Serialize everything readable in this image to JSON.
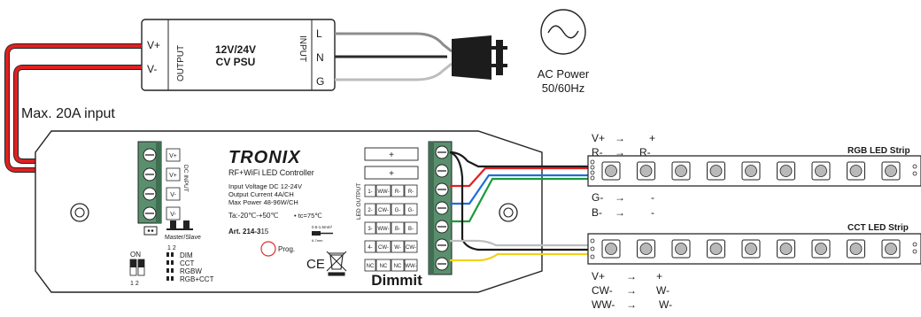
{
  "psu": {
    "line1": "12V/24V",
    "line2": "CV PSU",
    "output_label": "OUTPUT",
    "input_label": "INPUT",
    "v_plus": "V+",
    "v_minus": "V-",
    "l": "L",
    "n": "N",
    "g": "G"
  },
  "ac": {
    "line1": "AC Power",
    "line2": "50/60Hz"
  },
  "max_input": "Max. 20A input",
  "controller": {
    "brand": "TRONIX",
    "subtitle": "RF+WiFi LED Controller",
    "spec1": "Input Voltage DC 12-24V",
    "spec2": "Output Current 4A/CH",
    "spec3": "Max Power 48-96W/CH",
    "temps": "Ta:-20℃-+50℃",
    "tc": "• tc=75℃",
    "art": "Art. 214-3",
    "art_suffix": "15",
    "wire_size": "0.5-1.5mm²",
    "wire_strip": "6-7mm",
    "prog": "Prog.",
    "ce": "CE",
    "dimmit": "Dimmit",
    "dc_input": "DC INPUT",
    "led_output": "LED OUTPUT",
    "dc_terms": [
      "V+",
      "V+",
      "V-",
      "V-"
    ],
    "plus_boxes": [
      "+",
      "+"
    ],
    "out_rows": [
      [
        "1-",
        "WW-",
        "R-",
        "R-"
      ],
      [
        "2-",
        "CW-",
        "G-",
        "G-"
      ],
      [
        "3-",
        "WW-",
        "B-",
        "B-"
      ],
      [
        "4-",
        "CW-",
        "W-",
        "CW-"
      ],
      [
        "NC",
        "NC",
        "NC",
        "WW-"
      ]
    ],
    "master_slave": "Master/Slave",
    "dip_nums": "1 2",
    "on": "ON",
    "dip_bottom": "1 2",
    "modes": [
      "DIM",
      "CCT",
      "RGBW",
      "RGB+CCT"
    ]
  },
  "rgb_strip": {
    "title": "RGB LED Strip",
    "top_labels": [
      {
        "left": "V+",
        "arrow": "→",
        "right": "+"
      },
      {
        "left": "R-",
        "arrow": "→",
        "right": "R-"
      }
    ],
    "bottom_labels": [
      {
        "left": "G-",
        "arrow": "→",
        "right": "-"
      },
      {
        "left": "B-",
        "arrow": "→",
        "right": "-"
      }
    ]
  },
  "cct_strip": {
    "title": "CCT LED Strip",
    "bottom_labels": [
      {
        "left": "V+",
        "arrow": "→",
        "right": "+"
      },
      {
        "left": "CW-",
        "arrow": "→",
        "right": "W-"
      },
      {
        "left": "WW-",
        "arrow": "→",
        "right": "W-"
      }
    ]
  },
  "colors": {
    "red_wire": "#e02020",
    "grey_wire": "#8c8c8c",
    "light_grey_wire": "#bdbdbd",
    "green_block": "#5a8f6e",
    "blue_wire": "#1e6fd9",
    "green_wire": "#1a9a3a",
    "yellow_wire": "#f2d21a",
    "black_wire": "#1a1a1a"
  }
}
